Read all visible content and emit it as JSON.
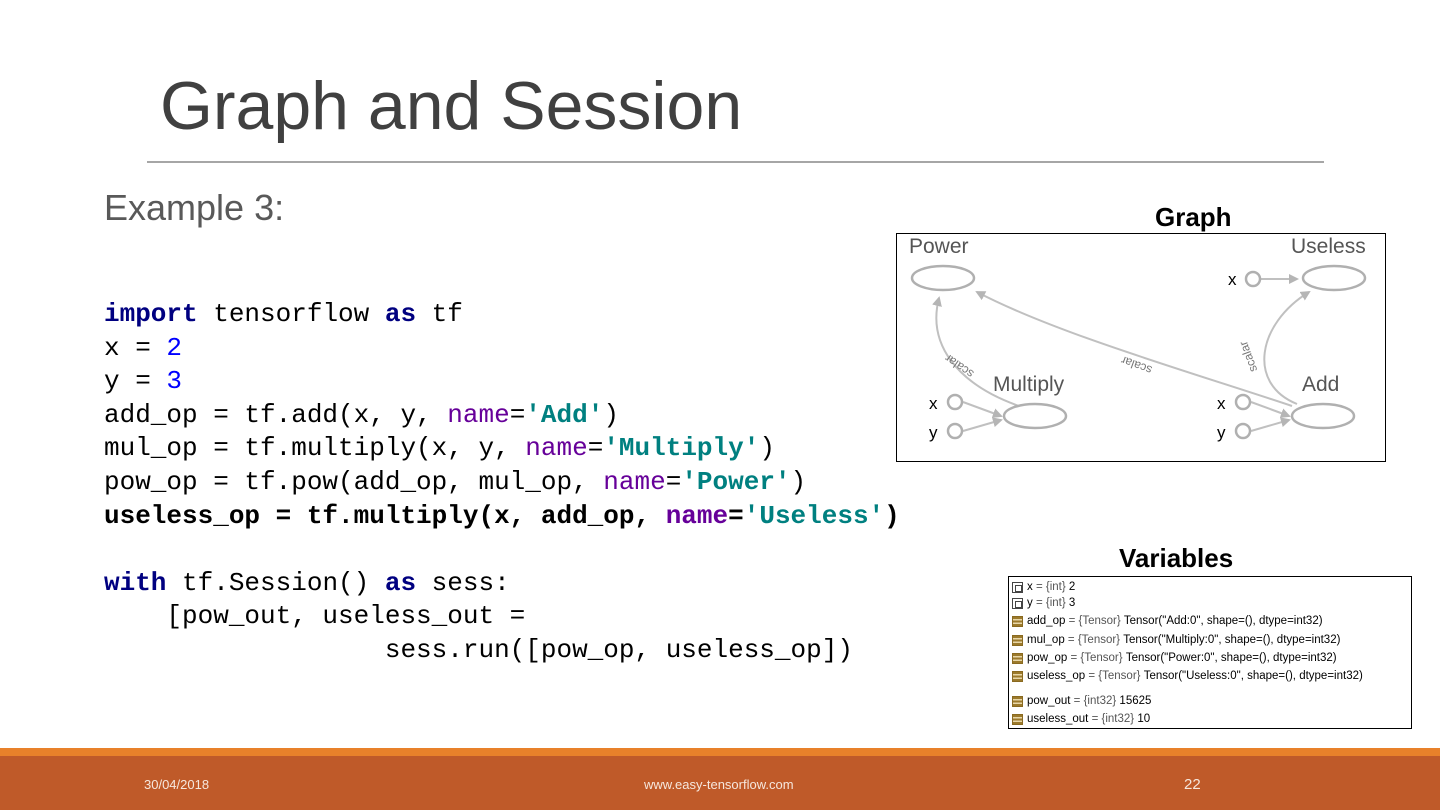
{
  "slide": {
    "title": "Graph and Session",
    "subtitle": "Example 3:",
    "graph_label": "Graph",
    "variables_label": "Variables"
  },
  "code": {
    "lines": [
      [
        {
          "t": "import",
          "c": "kw"
        },
        {
          "t": " tensorflow "
        },
        {
          "t": "as",
          "c": "kw"
        },
        {
          "t": " tf"
        }
      ],
      [
        {
          "t": "x = "
        },
        {
          "t": "2",
          "c": "num"
        }
      ],
      [
        {
          "t": "y = "
        },
        {
          "t": "3",
          "c": "num"
        }
      ],
      [
        {
          "t": "add_op = tf.add(x, y, "
        },
        {
          "t": "name",
          "c": "kwarg"
        },
        {
          "t": "="
        },
        {
          "t": "'Add'",
          "c": "str"
        },
        {
          "t": ")"
        }
      ],
      [
        {
          "t": "mul_op = tf.multiply(x, y, "
        },
        {
          "t": "name",
          "c": "kwarg"
        },
        {
          "t": "="
        },
        {
          "t": "'Multiply'",
          "c": "str"
        },
        {
          "t": ")"
        }
      ],
      [
        {
          "t": "pow_op = tf.pow(add_op, mul_op, "
        },
        {
          "t": "name",
          "c": "kwarg"
        },
        {
          "t": "="
        },
        {
          "t": "'Power'",
          "c": "str"
        },
        {
          "t": ")"
        }
      ],
      [
        {
          "t": "useless_op = tf.multiply(x, add_op, ",
          "c": "bold"
        },
        {
          "t": "name",
          "c": "kwarg bold"
        },
        {
          "t": "=",
          "c": "bold"
        },
        {
          "t": "'Useless'",
          "c": "str"
        },
        {
          "t": ")",
          "c": "bold"
        }
      ],
      [
        {
          "t": ""
        }
      ],
      [
        {
          "t": "with",
          "c": "kw"
        },
        {
          "t": " tf.Session() "
        },
        {
          "t": "as",
          "c": "kw"
        },
        {
          "t": " sess:"
        }
      ],
      [
        {
          "t": "    [pow_out, useless_out ="
        }
      ],
      [
        {
          "t": "                  sess.run([pow_op, useless_op])"
        }
      ]
    ]
  },
  "graph": {
    "nodes": {
      "power": "Power",
      "useless": "Useless",
      "multiply": "Multiply",
      "add": "Add"
    },
    "inputs": {
      "useless_x": "x",
      "multiply_x": "x",
      "multiply_y": "y",
      "add_x": "x",
      "add_y": "y"
    },
    "edge_labels": {
      "mul_to_power": "scalar",
      "add_to_power": "scalar",
      "add_to_useless": "scalar"
    }
  },
  "variables": [
    {
      "icon": "scalar",
      "name": "x",
      "type": "{int}",
      "value": "2"
    },
    {
      "icon": "scalar",
      "name": "y",
      "type": "{int}",
      "value": "3"
    },
    {
      "icon": "list",
      "name": "add_op",
      "type": "{Tensor}",
      "value": "Tensor(\"Add:0\", shape=(), dtype=int32)"
    },
    {
      "icon": "list",
      "name": "mul_op",
      "type": "{Tensor}",
      "value": "Tensor(\"Multiply:0\", shape=(), dtype=int32)"
    },
    {
      "icon": "list",
      "name": "pow_op",
      "type": "{Tensor}",
      "value": "Tensor(\"Power:0\", shape=(), dtype=int32)"
    },
    {
      "icon": "list",
      "name": "useless_op",
      "type": "{Tensor}",
      "value": "Tensor(\"Useless:0\", shape=(), dtype=int32)"
    },
    {
      "icon": "list",
      "name": "pow_out",
      "type": "{int32}",
      "value": "15625"
    },
    {
      "icon": "list",
      "name": "useless_out",
      "type": "{int32}",
      "value": "10"
    }
  ],
  "footer": {
    "date": "30/04/2018",
    "site": "www.easy-tensorflow.com",
    "page": "22"
  },
  "colors": {
    "keyword": "#000080",
    "number": "#0000ff",
    "kwarg": "#660099",
    "string": "#008080",
    "footer_bar": "#bf5a29",
    "footer_accent": "#e8812a"
  }
}
